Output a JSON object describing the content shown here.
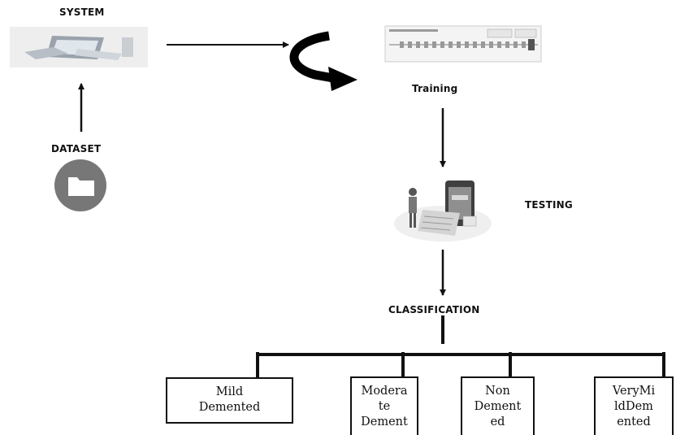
{
  "labels": {
    "system": "SYSTEM",
    "dataset": "DATASET",
    "training": "Training",
    "testing": "TESTING",
    "classification": "CLASSIFICATION"
  },
  "icons": {
    "system": "computer-icon",
    "dataset": "folder-icon",
    "loop": "curved-arrow-icon",
    "training": "training-screenshot-icon",
    "testing": "testing-illustration-icon"
  },
  "classes": [
    {
      "lines": [
        "Mild",
        "Demented"
      ]
    },
    {
      "lines": [
        "Modera",
        "te",
        "Dement"
      ]
    },
    {
      "lines": [
        "Non",
        "Dement",
        "ed"
      ]
    },
    {
      "lines": [
        "VeryMi",
        "ldDem",
        "ented"
      ]
    }
  ]
}
